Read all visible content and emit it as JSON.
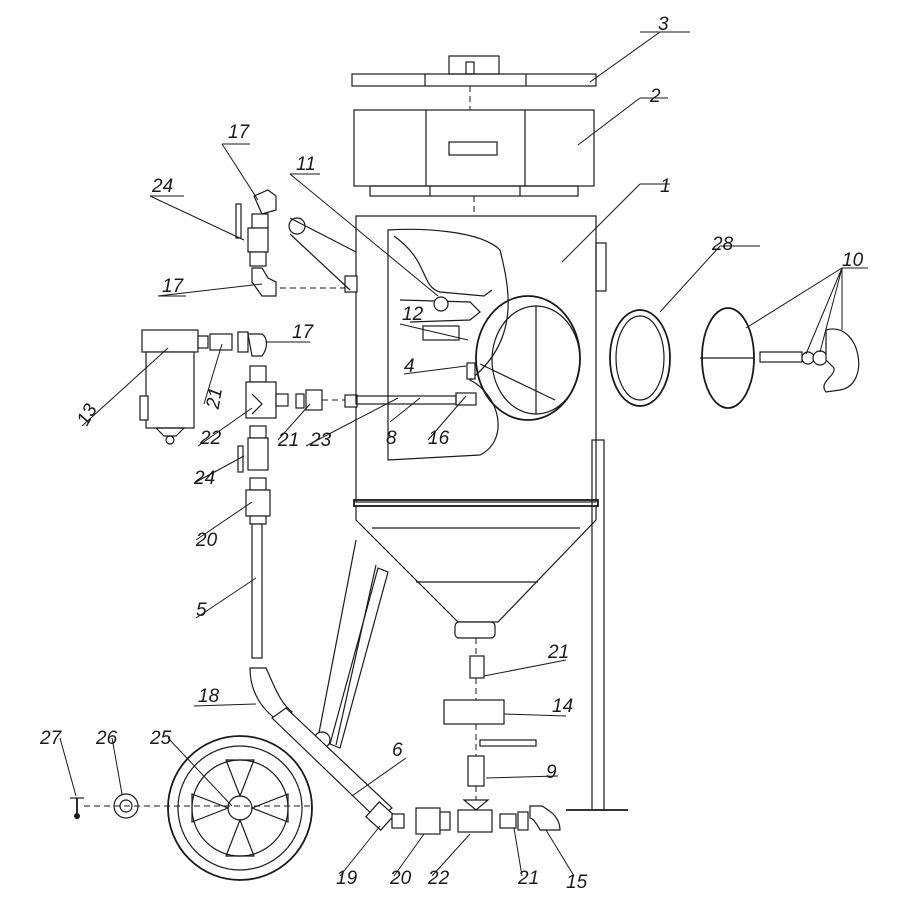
{
  "callouts": [
    {
      "id": "c1",
      "text": "1"
    },
    {
      "id": "c2",
      "text": "2"
    },
    {
      "id": "c3",
      "text": "3"
    },
    {
      "id": "c4",
      "text": "4"
    },
    {
      "id": "c5",
      "text": "5"
    },
    {
      "id": "c6",
      "text": "6"
    },
    {
      "id": "c8",
      "text": "8"
    },
    {
      "id": "c9",
      "text": "9"
    },
    {
      "id": "c10",
      "text": "10"
    },
    {
      "id": "c11",
      "text": "11"
    },
    {
      "id": "c12",
      "text": "12"
    },
    {
      "id": "c13",
      "text": "13"
    },
    {
      "id": "c14",
      "text": "14"
    },
    {
      "id": "c15",
      "text": "15"
    },
    {
      "id": "c16",
      "text": "16"
    },
    {
      "id": "c17a",
      "text": "17"
    },
    {
      "id": "c17b",
      "text": "17"
    },
    {
      "id": "c17c",
      "text": "17"
    },
    {
      "id": "c18",
      "text": "18"
    },
    {
      "id": "c19",
      "text": "19"
    },
    {
      "id": "c20a",
      "text": "20"
    },
    {
      "id": "c20b",
      "text": "20"
    },
    {
      "id": "c21a",
      "text": "21"
    },
    {
      "id": "c21b",
      "text": "21"
    },
    {
      "id": "c21c",
      "text": "21"
    },
    {
      "id": "c21d",
      "text": "21"
    },
    {
      "id": "c22a",
      "text": "22"
    },
    {
      "id": "c22b",
      "text": "22"
    },
    {
      "id": "c23",
      "text": "23"
    },
    {
      "id": "c24a",
      "text": "24"
    },
    {
      "id": "c24b",
      "text": "24"
    },
    {
      "id": "c25",
      "text": "25"
    },
    {
      "id": "c26",
      "text": "26"
    },
    {
      "id": "c27",
      "text": "27"
    },
    {
      "id": "c28",
      "text": "28"
    }
  ]
}
